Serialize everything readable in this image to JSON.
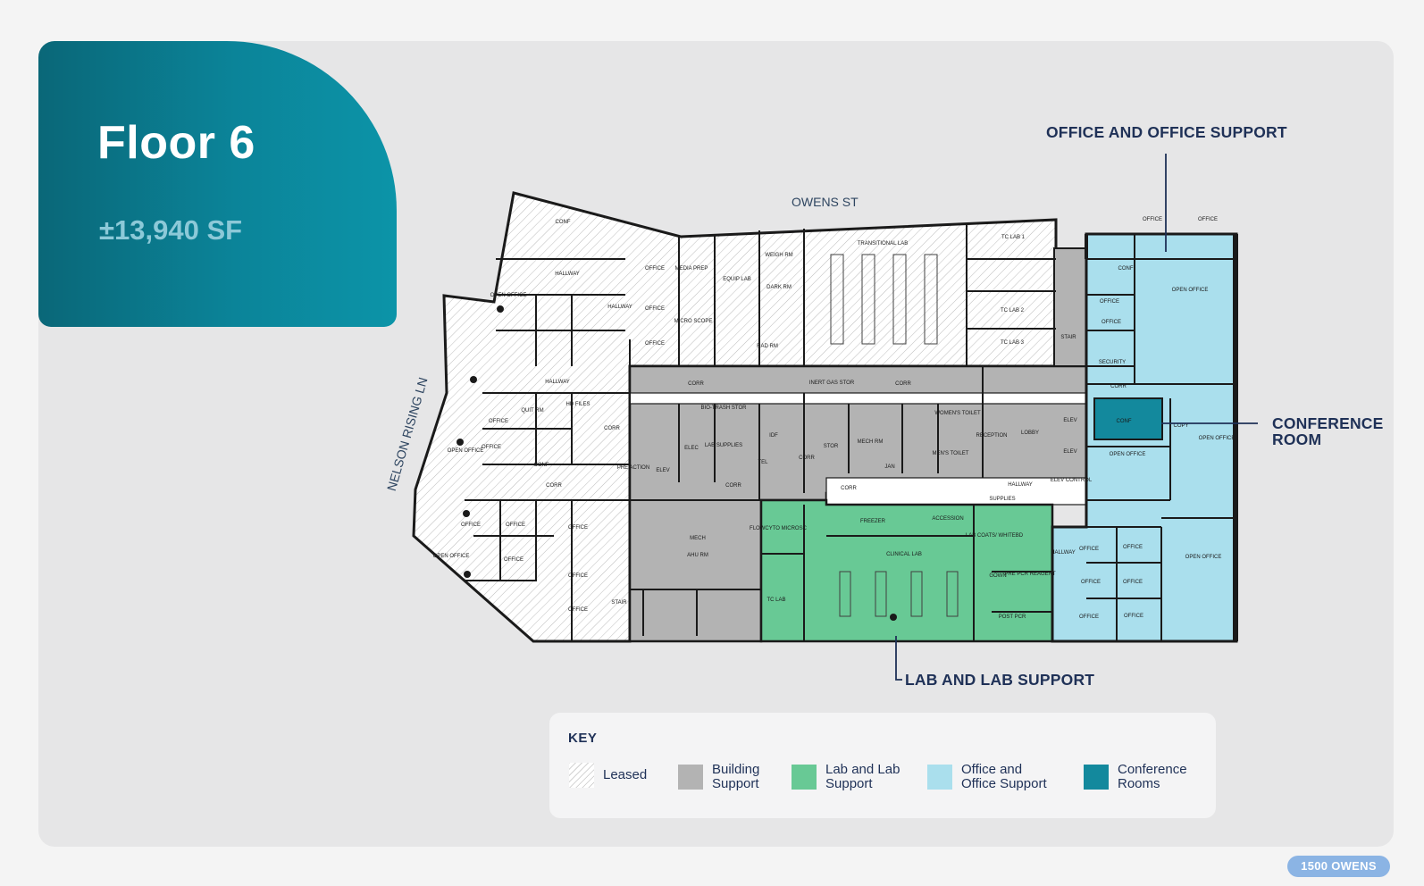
{
  "floor": {
    "title": "Floor 6",
    "area": "±13,940 SF"
  },
  "streets": {
    "north": "OWENS ST",
    "west": "NELSON RISING LN"
  },
  "callouts": {
    "office": "OFFICE AND OFFICE SUPPORT",
    "conference_line1": "CONFERENCE",
    "conference_line2": "ROOM",
    "lab": "LAB AND LAB SUPPORT"
  },
  "rooms": {
    "open_office": "OPEN OFFICE",
    "conf": "CONF",
    "hallway": "HALLWAY",
    "office": "OFFICE",
    "media_prep": "MEDIA PREP",
    "weigh_rm": "WEIGH RM",
    "transitional_lab": "TRANSITIONAL LAB",
    "tc_lab_1": "TC LAB 1",
    "tc_lab_2": "TC LAB 2",
    "tc_lab_3": "TC LAB 3",
    "dark_rm": "DARK RM",
    "equip_lab": "EQUIP LAB",
    "micro_scope": "MICRO SCOPE",
    "rad_rm": "RAD RM",
    "quit_rm": "QUIT RM",
    "hd_files": "HD FILES",
    "corr": "CORR",
    "bio_trash_stor": "BIO-TRASH STOR",
    "inert_gas_stor": "INERT GAS STOR",
    "mech_rm": "MECH RM",
    "womens_toilet": "WOMEN'S TOILET",
    "mens_toilet": "MEN'S TOILET",
    "reception": "RECEPTION",
    "lobby": "LOBBY",
    "stair": "STAIR",
    "security": "SECURITY",
    "elev": "ELEV",
    "elev_control": "ELEV CONTROL",
    "lab_supplies": "LAB SUPPLIES",
    "idf": "IDF",
    "tel": "TEL",
    "elec": "ELEC",
    "stor": "STOR",
    "jan": "JAN",
    "mech": "MECH",
    "ahu_rm": "AHU RM",
    "pre_action": "PRE ACTION",
    "supplies": "SUPPLIES",
    "flowcyto": "FLOWCYTO MICROSC",
    "freezer": "FREEZER",
    "accession": "ACCESSION",
    "clinical_lab": "CLINICAL LAB",
    "lab_coats": "LAB COATS/ WHITEBD",
    "gown": "GOWN",
    "pre_pcr": "PRE PCR REAGENT",
    "post_pcr": "POST PCR",
    "tc_lab": "TC LAB",
    "copy": "COPY"
  },
  "key": {
    "title": "KEY",
    "items": [
      {
        "label": "Leased",
        "swatch": "hatch"
      },
      {
        "label": "Building Support",
        "swatch": "#b3b3b3"
      },
      {
        "label": "Lab and Lab Support",
        "swatch": "#68c995"
      },
      {
        "label": "Office and Office Support",
        "swatch": "#aadfed"
      },
      {
        "label": "Conference Rooms",
        "swatch": "#13899d"
      }
    ]
  },
  "badge": "1500 OWENS",
  "colors": {
    "teal_panel": "#0b8499",
    "building_support": "#b3b3b3",
    "lab": "#68c995",
    "office": "#aadfed",
    "conference": "#13899d",
    "navy_text": "#1f3157",
    "badge": "#8bb4e4"
  }
}
